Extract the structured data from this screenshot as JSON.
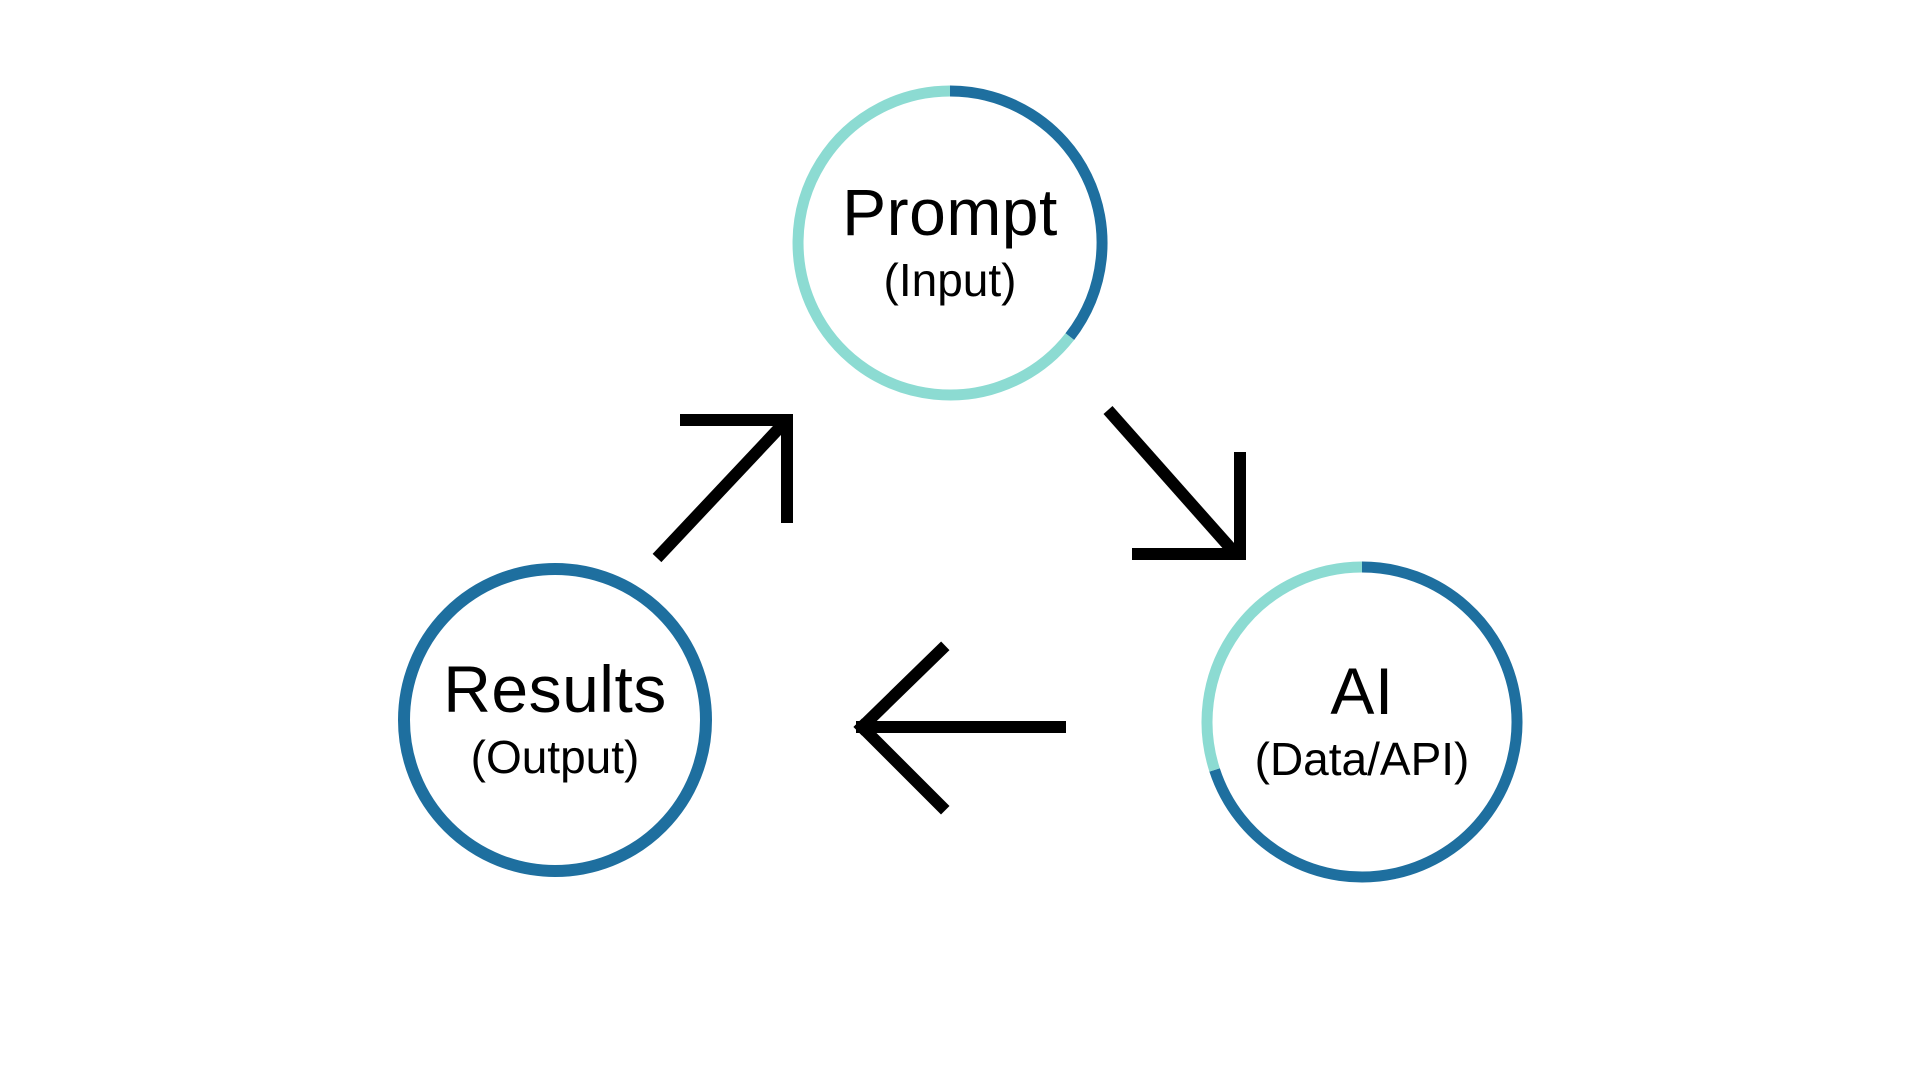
{
  "diagram": {
    "background_color": "#FFFFFF",
    "colors": {
      "ring_blue": "#1E6F9F",
      "ring_teal": "#8CDBD2",
      "arrow": "#000000",
      "text": "#000000"
    },
    "nodes": {
      "prompt": {
        "label": "Prompt",
        "sublabel": "(Input)"
      },
      "ai": {
        "label": "AI",
        "sublabel": "(Data/API)"
      },
      "results": {
        "label": "Results",
        "sublabel": "(Output)"
      }
    },
    "arrows": [
      {
        "from": "prompt",
        "to": "ai"
      },
      {
        "from": "ai",
        "to": "results"
      },
      {
        "from": "results",
        "to": "prompt"
      }
    ]
  }
}
